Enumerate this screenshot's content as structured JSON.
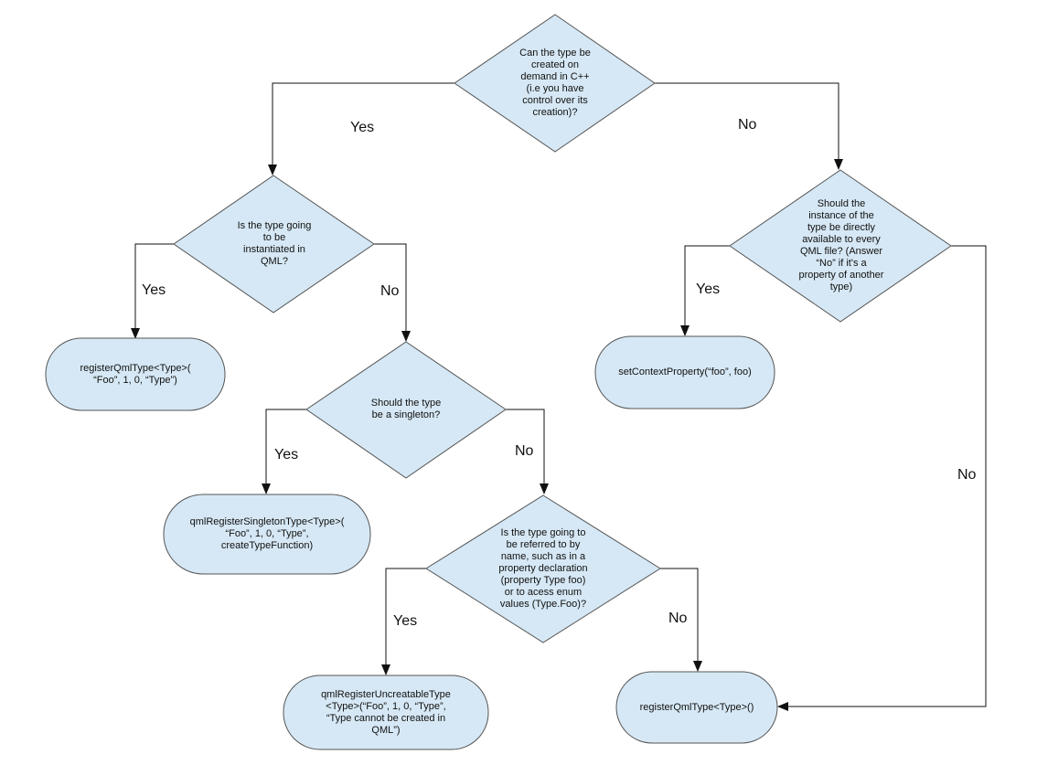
{
  "colors": {
    "fill": "#d6e8f5",
    "stroke": "#555555",
    "line": "#111111"
  },
  "nodes": {
    "q_create_cpp": "Can the type be\ncreated on\ndemand in C++\n(i.e you have\ncontrol over its\ncreation)?",
    "q_instantiated_qml": "Is the type going\nto be\ninstantiated in\nQML?",
    "q_available_every_qml": "Should the\ninstance of the\ntype be directly\navailable to every\nQML file? (Answer\n“No” if it's a\nproperty of another\ntype)",
    "r_register_qml_type_full": "registerQmlType<Type>(\n“Foo”, 1, 0, “Type”)",
    "q_singleton": "Should the type\nbe a singleton?",
    "r_set_context_property": "setContextProperty(“foo”, foo)",
    "r_singleton": "qmlRegisterSingletonType<Type>(\n“Foo”, 1, 0, “Type”,\ncreateTypeFunction)",
    "q_referred_by_name": "Is the type going to\nbe referred to by\nname, such as in a\nproperty declaration\n(property Type foo)\nor to acess enum\nvalues (Type.Foo)?",
    "r_uncreatable": "qmlRegisterUncreatableType\n<Type>(“Foo”, 1, 0, “Type”,\n“Type cannot be created in\nQML”)",
    "r_register_qml_type_plain": "registerQmlType<Type>()"
  },
  "edges": {
    "create_yes": "Yes",
    "create_no": "No",
    "instantiated_yes": "Yes",
    "instantiated_no": "No",
    "available_yes": "Yes",
    "available_no": "No",
    "singleton_yes": "Yes",
    "singleton_no": "No",
    "referred_yes": "Yes",
    "referred_no": "No"
  }
}
